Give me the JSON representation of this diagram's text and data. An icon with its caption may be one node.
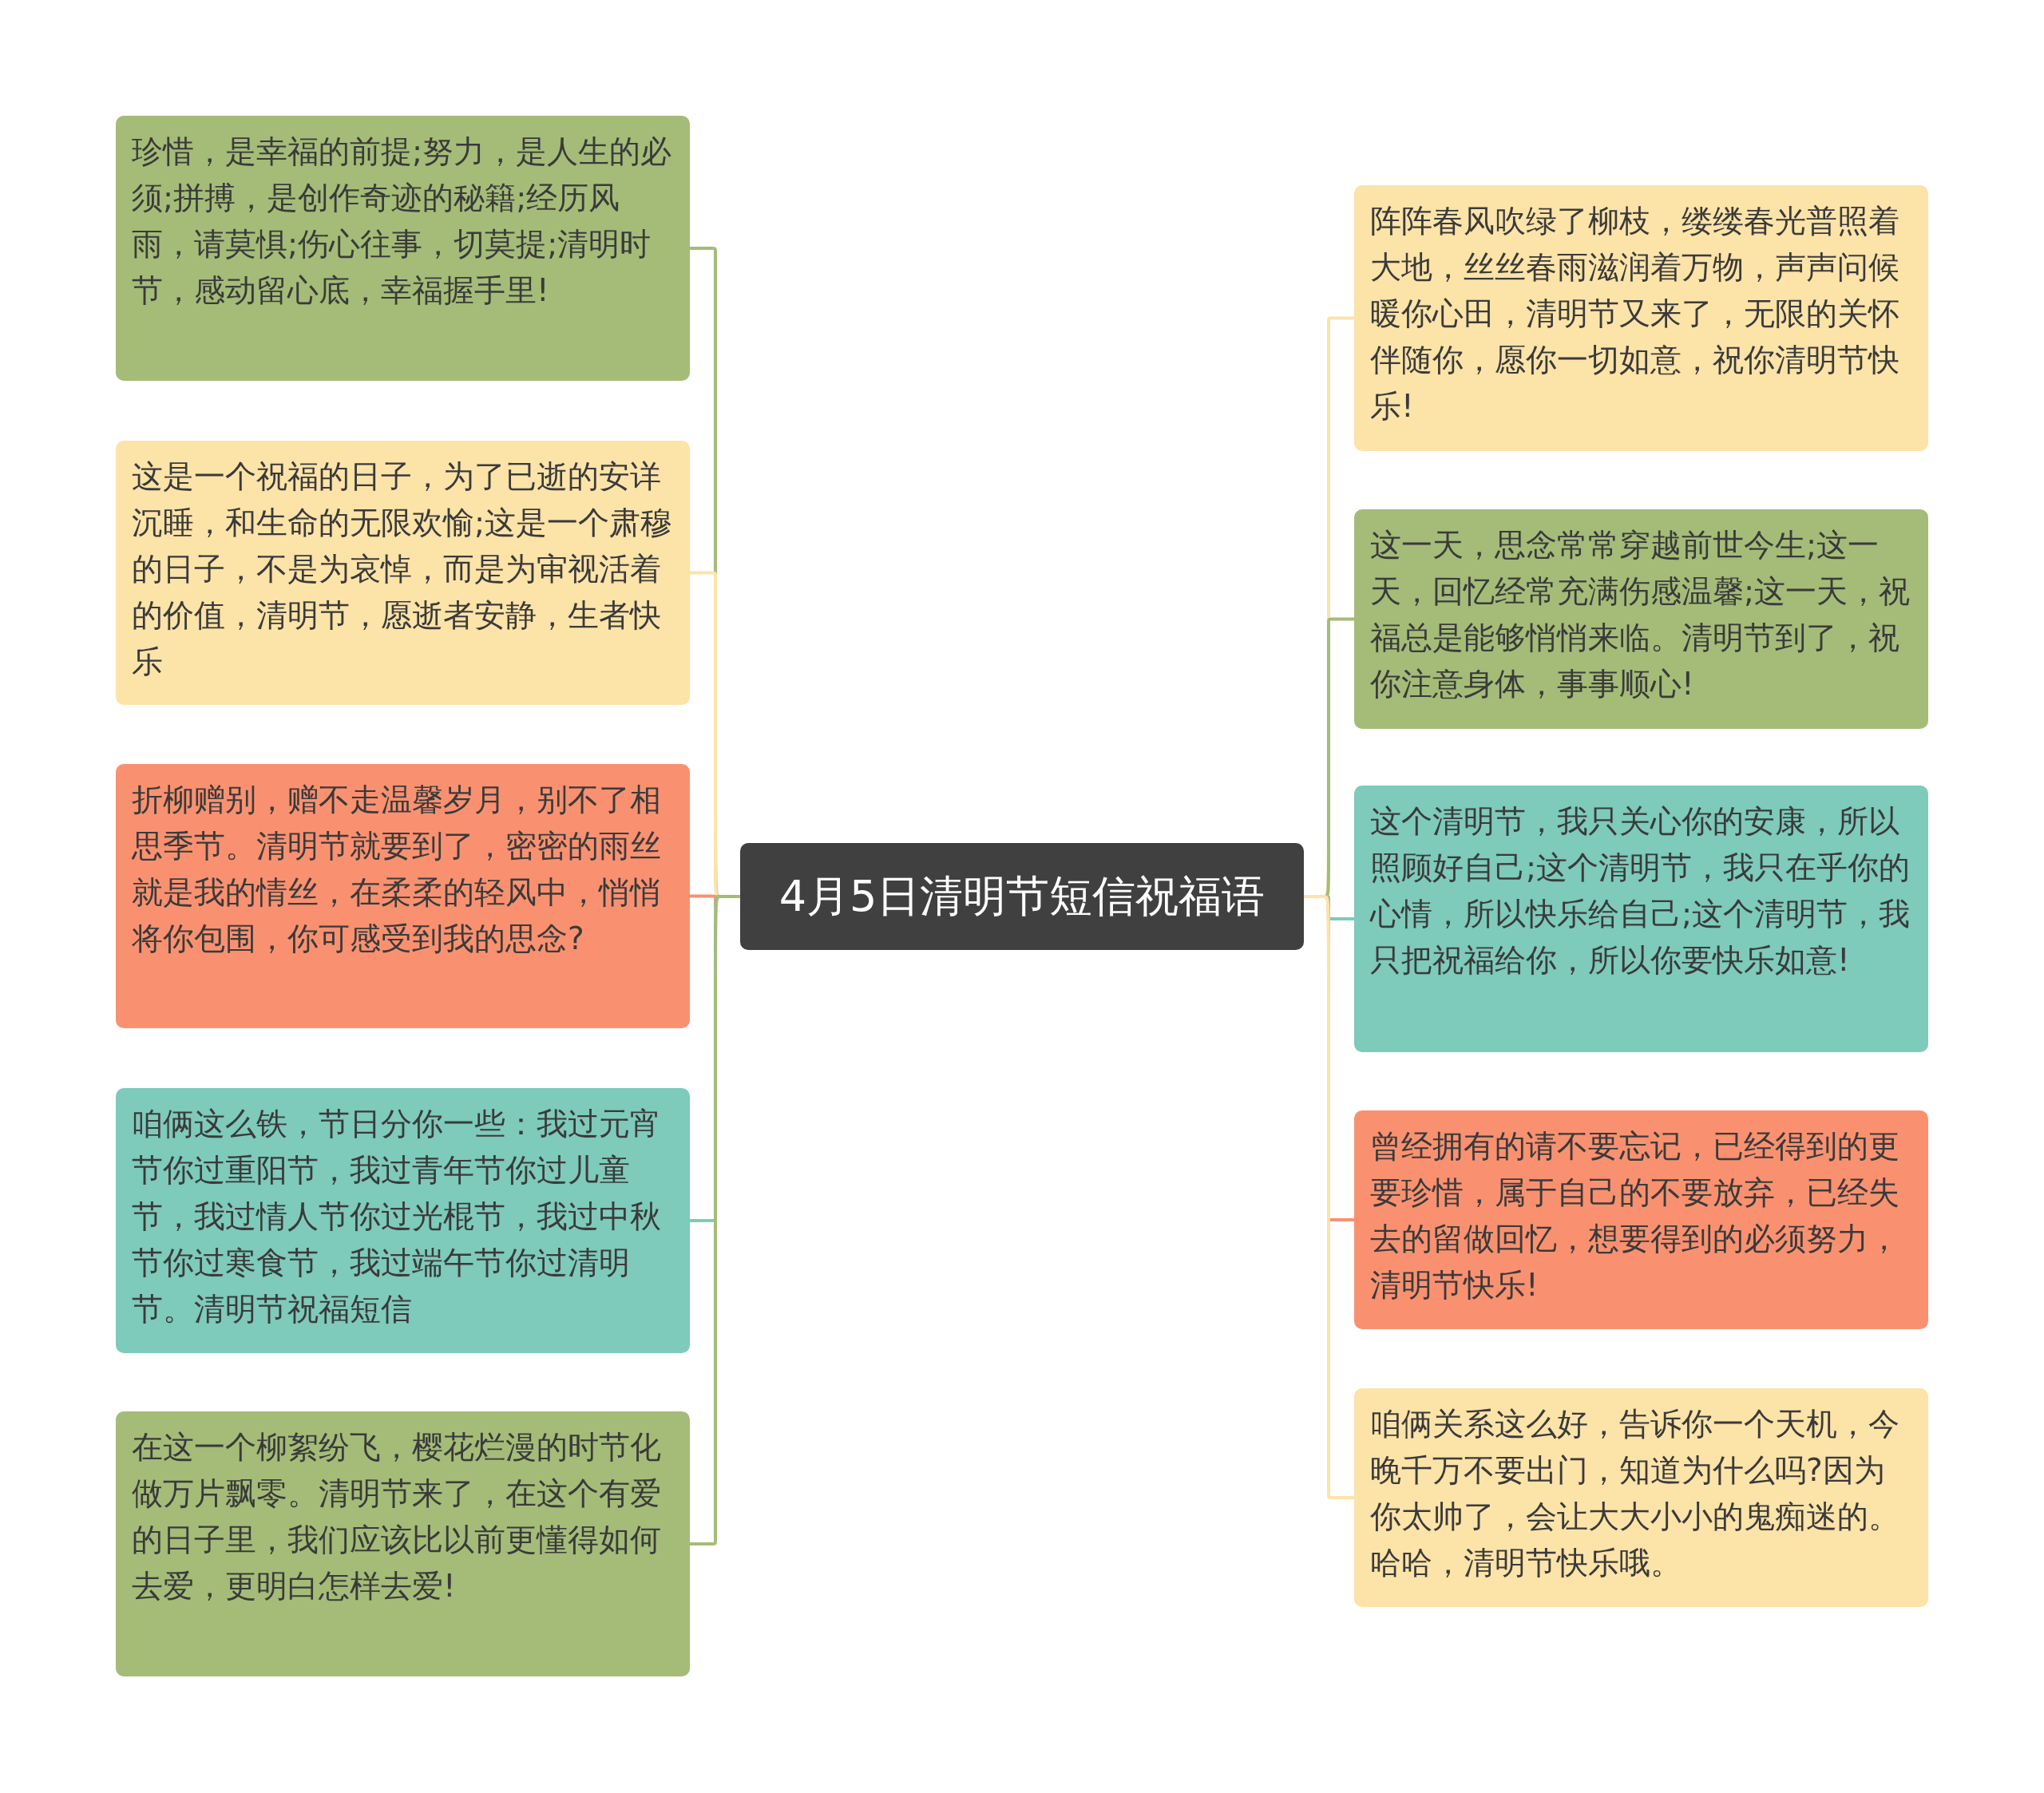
{
  "diagram": {
    "nodes": [
      {
        "text": [
          "4月5日清明节短信祝福语"
        ]
      },
      {
        "text": [
          "珍惜，是幸福的前提;努力，是人生的必须;拼搏，是创作奇迹的秘籍;经历风雨，请莫惧;伤心往事，切莫提;清明时节，感动留心底，幸福握手里!"
        ]
      },
      {
        "text": [
          "这是一个祝福的日子，为了已逝的安详沉睡，和生命的无限欢愉;这是一个肃穆的日子，不是为哀悼，而是为审视活着的价值，清明节，愿逝者安静，生者快乐"
        ]
      },
      {
        "text": [
          "折柳赠别，赠不走温馨岁月，别不了相思季节。清明节就要到了，密密的雨丝就是我的情丝，在柔柔的轻风中，悄悄将你包围，你可感受到我的思念?"
        ]
      },
      {
        "text": [
          "咱俩这么铁，节日分你一些：我过元宵节你过重阳节，我过青年节你过儿童节，我过情人节你过光棍节，我过中秋节你过寒食节，我过端午节你过清明节。清明节祝福短信"
        ]
      },
      {
        "text": [
          "在这一个柳絮纷飞，樱花烂漫的时节化做万片飘零。清明节来了，在这个有爱的日子里，我们应该比以前更懂得如何去爱，更明白怎样去爱!"
        ]
      },
      {
        "text": [
          "阵阵春风吹绿了柳枝，缕缕春光普照着大地，丝丝春雨滋润着万物，声声问候暖你心田，清明节又来了，无限的关怀伴随你，愿你一切如意，祝你清明节快乐!"
        ]
      },
      {
        "text": [
          "这一天，思念常常穿越前世今生;这一天，回忆经常充满伤感温馨;这一天，祝福总是能够悄悄来临。清明节到了，祝你注意身体，事事顺心!"
        ]
      },
      {
        "text": [
          "这个清明节，我只关心你的安康，所以照顾好自己;这个清明节，我只在乎你的心情，所以快乐给自己;这个清明节，我只把祝福给你，所以你要快乐如意!"
        ]
      },
      {
        "text": [
          "曾经拥有的请不要忘记，已经得到的更要珍惜，属于自己的不要放弃，已经失去的留做回忆，想要得到的必须努力，清明节快乐!"
        ]
      },
      {
        "text": [
          "咱俩关系这么好，告诉你一个天机，今晚千万不要出门，知道为什么吗?因为你太帅了，会让大大小小的鬼痴迷的。哈哈，清明节快乐哦。"
        ]
      }
    ],
    "edges": [
      {
        "from": 0,
        "to": 1,
        "arrow": "none",
        "color": "#a4bc78"
      },
      {
        "from": 0,
        "to": 2,
        "arrow": "none",
        "color": "#fce3a8"
      },
      {
        "from": 0,
        "to": 3,
        "arrow": "none",
        "color": "#f99170"
      },
      {
        "from": 0,
        "to": 4,
        "arrow": "none",
        "color": "#7ecabb"
      },
      {
        "from": 0,
        "to": 5,
        "arrow": "none",
        "color": "#a4bc78"
      },
      {
        "from": 0,
        "to": 6,
        "arrow": "none",
        "color": "#fce3a8"
      },
      {
        "from": 0,
        "to": 7,
        "arrow": "none",
        "color": "#a4bc78"
      },
      {
        "from": 0,
        "to": 8,
        "arrow": "none",
        "color": "#7ecabb"
      },
      {
        "from": 0,
        "to": 9,
        "arrow": "none",
        "color": "#f99170"
      },
      {
        "from": 0,
        "to": 10,
        "arrow": "none",
        "color": "#fce3a8"
      }
    ]
  }
}
